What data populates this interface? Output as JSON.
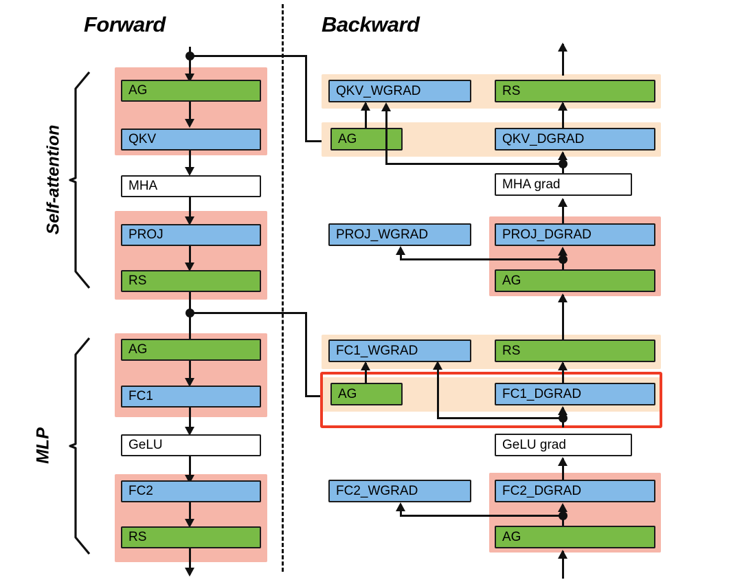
{
  "figure": {
    "type": "diagram",
    "description": "Transformer layer forward and backward pass dataflow with tensor-parallel communication ops",
    "columns": [
      {
        "id": "forward",
        "title": "Forward"
      },
      {
        "id": "backward",
        "title": "Backward"
      }
    ],
    "group_labels": [
      {
        "id": "self-attention",
        "label": "Self-attention"
      },
      {
        "id": "mlp",
        "label": "MLP"
      }
    ],
    "legend_colors": {
      "communication_green": "#79bb46",
      "gemm_blue": "#83bae8",
      "plain_white": "#ffffff",
      "overlap_band_pink": "#f6b6a9",
      "overlap_band_peach": "#fce3c9",
      "highlight_red": "#ef3b24",
      "outline_black": "#1b1b1b"
    },
    "forward_nodes": [
      {
        "id": "fwd-ag-1",
        "label": "AG",
        "color": "green"
      },
      {
        "id": "fwd-qkv",
        "label": "QKV",
        "color": "blue"
      },
      {
        "id": "fwd-mha",
        "label": "MHA",
        "color": "white"
      },
      {
        "id": "fwd-proj",
        "label": "PROJ",
        "color": "blue"
      },
      {
        "id": "fwd-rs-1",
        "label": "RS",
        "color": "green"
      },
      {
        "id": "fwd-ag-2",
        "label": "AG",
        "color": "green"
      },
      {
        "id": "fwd-fc1",
        "label": "FC1",
        "color": "blue"
      },
      {
        "id": "fwd-gelu",
        "label": "GeLU",
        "color": "white"
      },
      {
        "id": "fwd-fc2",
        "label": "FC2",
        "color": "blue"
      },
      {
        "id": "fwd-rs-2",
        "label": "RS",
        "color": "green"
      }
    ],
    "backward_left_nodes": [
      {
        "id": "bwd-qkv-wgrad",
        "label": "QKV_WGRAD",
        "color": "blue"
      },
      {
        "id": "bwd-ag-1",
        "label": "AG",
        "color": "green"
      },
      {
        "id": "bwd-proj-wgrad",
        "label": "PROJ_WGRAD",
        "color": "blue"
      },
      {
        "id": "bwd-fc1-wgrad",
        "label": "FC1_WGRAD",
        "color": "blue"
      },
      {
        "id": "bwd-ag-2",
        "label": "AG",
        "color": "green"
      },
      {
        "id": "bwd-fc2-wgrad",
        "label": "FC2_WGRAD",
        "color": "blue"
      }
    ],
    "backward_right_nodes": [
      {
        "id": "bwd-rs-1",
        "label": "RS",
        "color": "green"
      },
      {
        "id": "bwd-qkv-dgrad",
        "label": "QKV_DGRAD",
        "color": "blue"
      },
      {
        "id": "bwd-mha-grad",
        "label": "MHA grad",
        "color": "white"
      },
      {
        "id": "bwd-proj-dgrad",
        "label": "PROJ_DGRAD",
        "color": "blue"
      },
      {
        "id": "bwd-ag-3",
        "label": "AG",
        "color": "green"
      },
      {
        "id": "bwd-rs-2",
        "label": "RS",
        "color": "green"
      },
      {
        "id": "bwd-fc1-dgrad",
        "label": "FC1_DGRAD",
        "color": "blue"
      },
      {
        "id": "bwd-gelu-grad",
        "label": "GeLU grad",
        "color": "white"
      },
      {
        "id": "bwd-fc2-dgrad",
        "label": "FC2_DGRAD",
        "color": "blue"
      },
      {
        "id": "bwd-ag-4",
        "label": "AG",
        "color": "green"
      }
    ]
  }
}
